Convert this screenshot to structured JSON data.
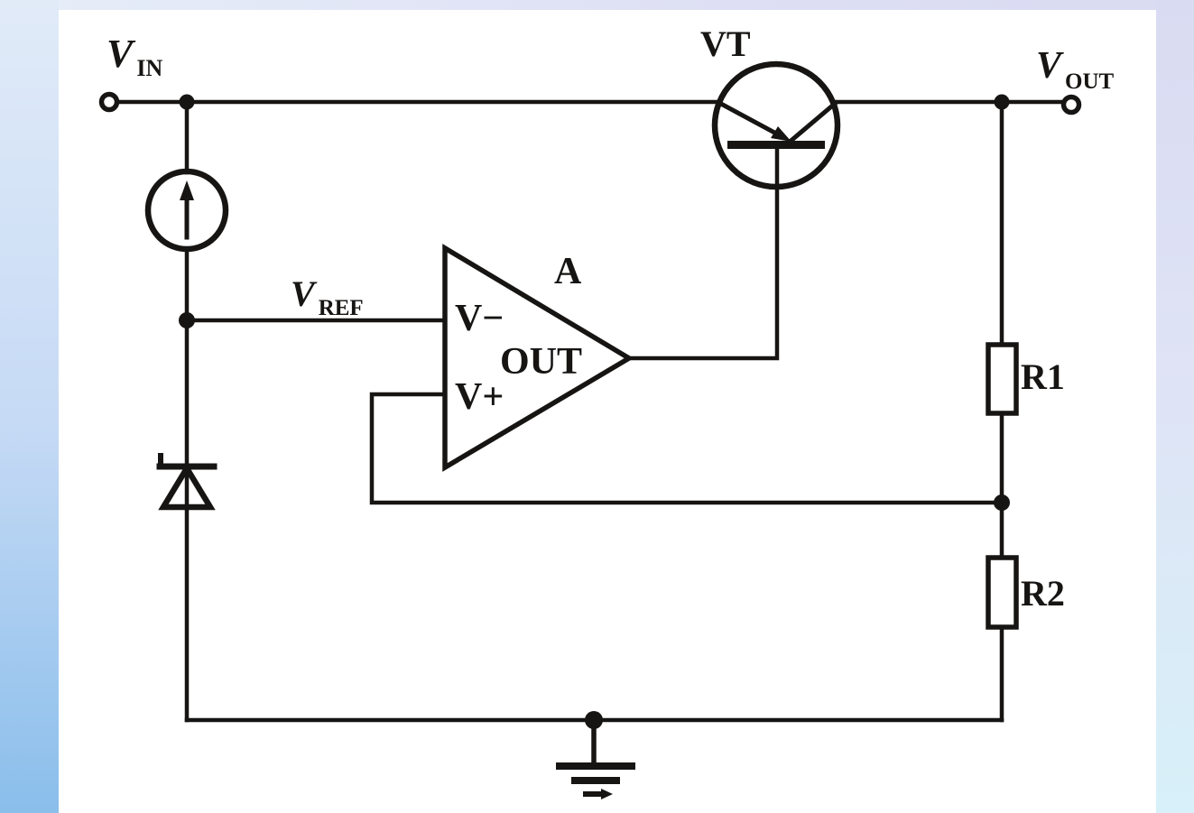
{
  "colors": {
    "panel": "#ffffff",
    "line": "#171513",
    "text": "#171513",
    "bg_left_top": "#e1ebf8",
    "bg_left_bottom": "#8abeeb",
    "bg_right_top": "#d9dbf2",
    "bg_right_bottom": "#d7f0f9"
  },
  "diagram": {
    "type": "circuit-schematic",
    "labels": {
      "vin": {
        "main": "V",
        "sub": "IN"
      },
      "vout": {
        "main": "V",
        "sub": "OUT"
      },
      "vref": {
        "main": "V",
        "sub": "REF"
      },
      "transistor": "VT",
      "opamp_name": "A",
      "opamp_inverting": "V−",
      "opamp_output": "OUT",
      "opamp_noninverting": "V+",
      "resistor1": "R1",
      "resistor2": "R2"
    },
    "components": [
      "input-terminal",
      "current-source",
      "zener-diode",
      "op-amp",
      "pnp-pass-transistor",
      "resistor-R1",
      "resistor-R2",
      "feedback-divider-node",
      "ground",
      "output-terminal"
    ]
  }
}
